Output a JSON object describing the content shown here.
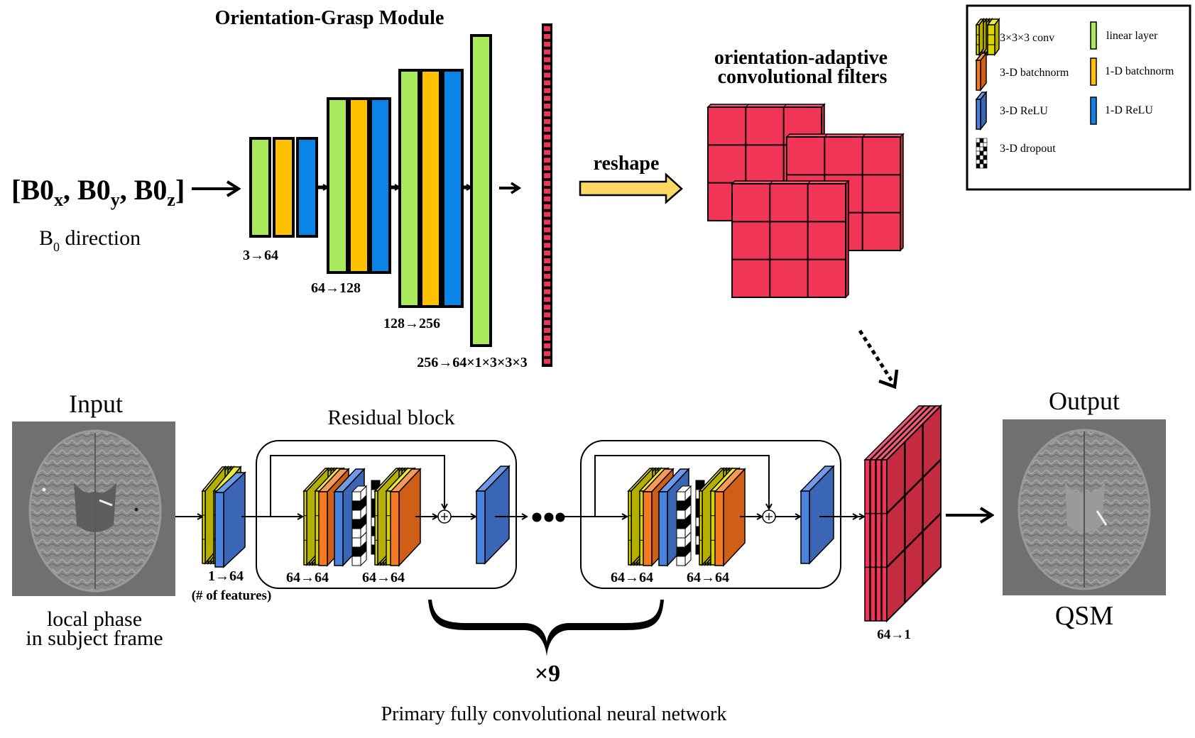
{
  "colors": {
    "linear": "#a8ea5c",
    "batchnorm1d": "#ffc000",
    "relu1d": "#0a84e6",
    "conv3d": "#d8d400",
    "batchnorm3d_front": "#f57b23",
    "batchnorm3d_side": "#cf5e17",
    "relu3d_front": "#4a83de",
    "relu3d_side": "#3b65b5",
    "filter_red": "#f03556",
    "filter_dark": "#c42a40",
    "reshape_arrow": "#fdd865",
    "brain_bg": "#707070"
  },
  "orientation_module": {
    "title": "Orientation-Grasp Module",
    "input_vector": {
      "bracket_open": "[",
      "bracket_close": "]",
      "components": [
        {
          "base": "B0",
          "sub": "x"
        },
        {
          "base": "B0",
          "sub": "y"
        },
        {
          "base": "B0",
          "sub": "z"
        }
      ],
      "caption_base": "B",
      "caption_sub": "0",
      "caption_rest": " direction"
    },
    "blocks": [
      {
        "label": "3→64",
        "layers": [
          "linear",
          "batchnorm1d",
          "relu1d"
        ]
      },
      {
        "label": "64→128",
        "layers": [
          "linear",
          "batchnorm1d",
          "relu1d"
        ]
      },
      {
        "label": "128→256",
        "layers": [
          "linear",
          "batchnorm1d",
          "relu1d"
        ]
      },
      {
        "label": "256→64×1×3×3×3",
        "layers": [
          "linear"
        ]
      }
    ]
  },
  "reshape": {
    "label": "reshape"
  },
  "filters": {
    "title_line1": "orientation-adaptive",
    "title_line2": "convolutional filters"
  },
  "legend": {
    "items": [
      {
        "label": "3×3×3 conv",
        "type": "conv3d"
      },
      {
        "label": "3-D batchnorm",
        "type": "batchnorm3d"
      },
      {
        "label": "3-D ReLU",
        "type": "relu3d"
      },
      {
        "label": "3-D dropout",
        "type": "dropout3d"
      },
      {
        "label": "linear layer",
        "type": "linear"
      },
      {
        "label": "1-D batchnorm",
        "type": "batchnorm1d"
      },
      {
        "label": "1-D ReLU",
        "type": "relu1d"
      }
    ]
  },
  "primary_network": {
    "input_title": "Input",
    "input_caption_line1": "local phase",
    "input_caption_line2": "in subject frame",
    "first_conv_label": "1→64",
    "features_note": "(# of features)",
    "residual_block_title": "Residual block",
    "residual_blocks": [
      {
        "conv_labels": [
          "64→64",
          "64→64"
        ]
      },
      {
        "conv_labels": [
          "64→64",
          "64→64"
        ]
      }
    ],
    "repeat_label": "×9",
    "final_conv_label": "64→1",
    "output_title": "Output",
    "output_caption": "QSM",
    "caption": "Primary fully convolutional neural network"
  }
}
